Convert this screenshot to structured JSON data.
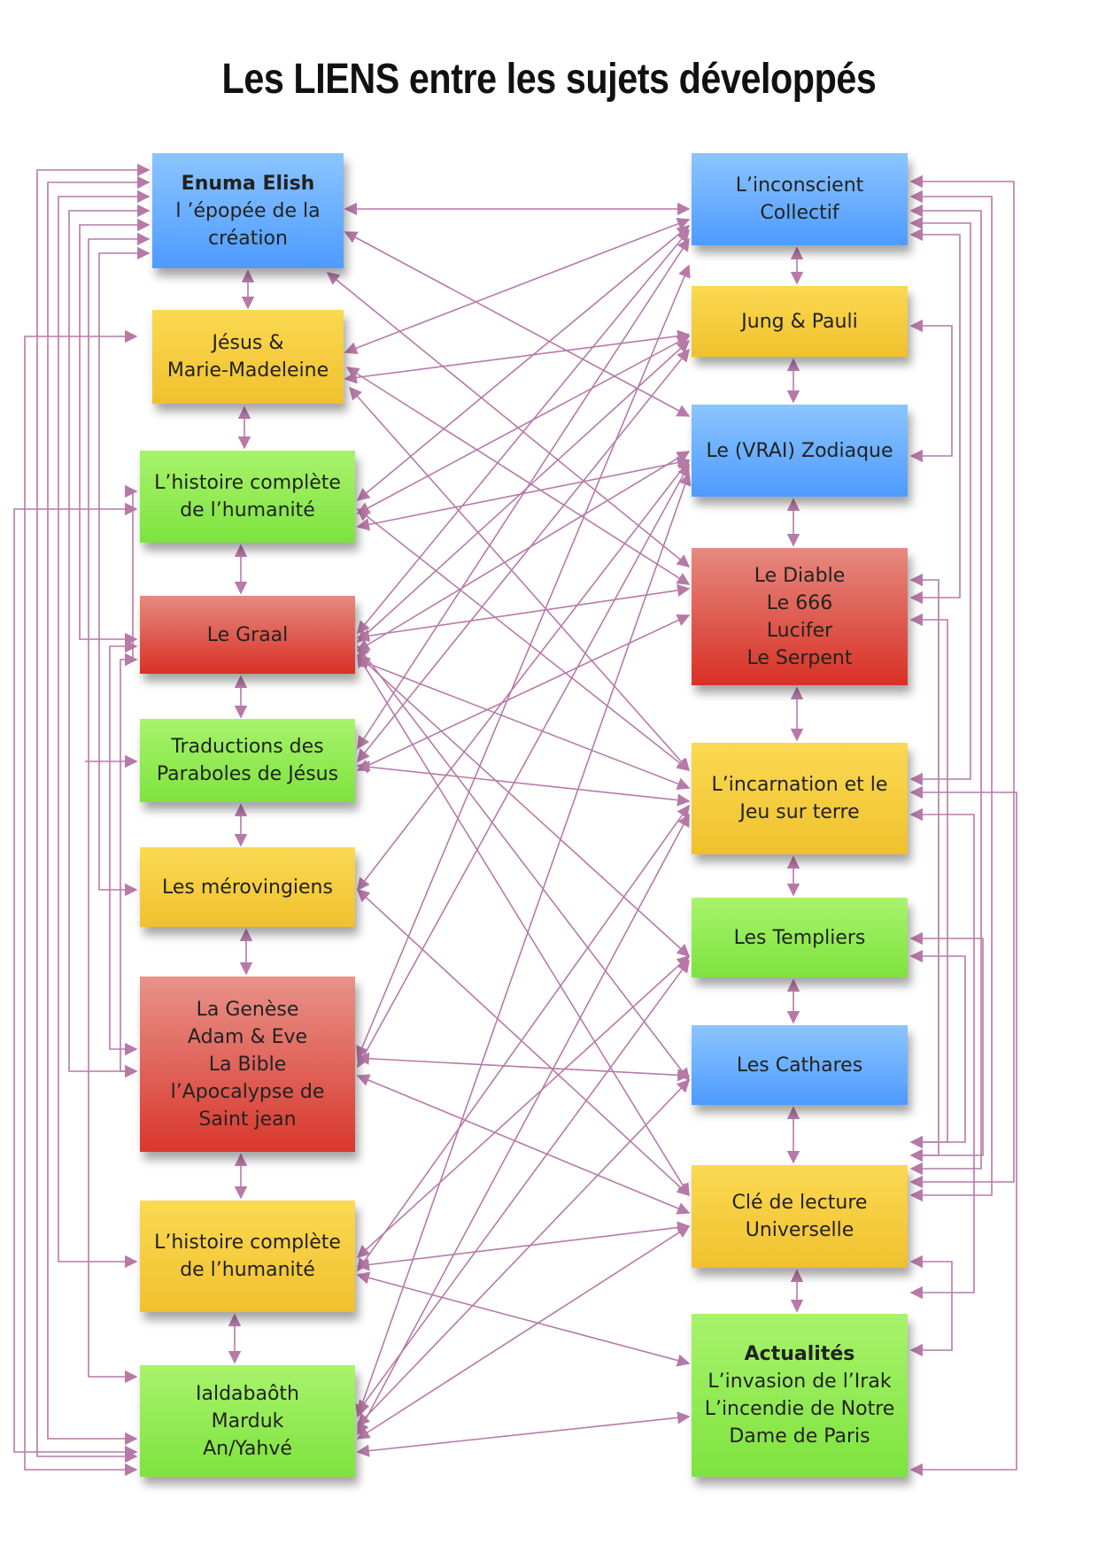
{
  "title": "Les LIENS entre les sujets développés",
  "colors": {
    "link": "#b77aa8",
    "blue": "#5ea8ff",
    "yellow": "#f2c531",
    "green": "#8aea4b",
    "red": "#dc3a2e"
  },
  "nodes": [
    {
      "id": "enuma",
      "lines": [
        {
          "text": "Enuma Elish",
          "bold": true
        },
        {
          "text": "l ’épopée de la"
        },
        {
          "text": "création"
        }
      ]
    },
    {
      "id": "jesus",
      "lines": [
        {
          "text": "Jésus &"
        },
        {
          "text": "Marie-Madeleine"
        }
      ]
    },
    {
      "id": "histoire1",
      "lines": [
        {
          "text": "L’histoire complète"
        },
        {
          "text": "de l’humanité"
        }
      ]
    },
    {
      "id": "graal",
      "lines": [
        {
          "text": "Le Graal"
        }
      ]
    },
    {
      "id": "traductions",
      "lines": [
        {
          "text": "Traductions des"
        },
        {
          "text": "Paraboles de Jésus"
        }
      ]
    },
    {
      "id": "merovingiens",
      "lines": [
        {
          "text": "Les mérovingiens"
        }
      ]
    },
    {
      "id": "genese",
      "lines": [
        {
          "text": "La Genèse"
        },
        {
          "text": "Adam & Eve"
        },
        {
          "text": "La Bible"
        },
        {
          "text": "l’Apocalypse de"
        },
        {
          "text": "Saint jean"
        }
      ]
    },
    {
      "id": "histoire2",
      "lines": [
        {
          "text": "L’histoire complète"
        },
        {
          "text": "de l’humanité"
        }
      ]
    },
    {
      "id": "ialdabaoth",
      "lines": [
        {
          "text": "Ialdabaôth"
        },
        {
          "text": "Marduk"
        },
        {
          "text": "An/Yahvé"
        }
      ]
    },
    {
      "id": "inconscient",
      "lines": [
        {
          "text": "L’inconscient"
        },
        {
          "text": "Collectif"
        }
      ]
    },
    {
      "id": "jung",
      "lines": [
        {
          "text": "Jung & Pauli"
        }
      ]
    },
    {
      "id": "zodiaque",
      "lines": [
        {
          "text": "Le (VRAI) Zodiaque"
        }
      ]
    },
    {
      "id": "diable",
      "lines": [
        {
          "text": "Le Diable"
        },
        {
          "text": "Le 666"
        },
        {
          "text": "Lucifer"
        },
        {
          "text": "Le Serpent"
        }
      ]
    },
    {
      "id": "incarnation",
      "lines": [
        {
          "text": "L’incarnation et le"
        },
        {
          "text": "Jeu sur terre"
        }
      ]
    },
    {
      "id": "templiers",
      "lines": [
        {
          "text": "Les Templiers"
        }
      ]
    },
    {
      "id": "cathares",
      "lines": [
        {
          "text": "Les Cathares"
        }
      ]
    },
    {
      "id": "cle",
      "lines": [
        {
          "text": "Clé de lecture"
        },
        {
          "text": "Universelle"
        }
      ]
    },
    {
      "id": "actualites",
      "lines": [
        {
          "text": "Actualités",
          "bold": true
        },
        {
          "text": "L’invasion de l’Irak"
        },
        {
          "text": "L’incendie de Notre"
        },
        {
          "text": "Dame de Paris"
        }
      ]
    }
  ]
}
